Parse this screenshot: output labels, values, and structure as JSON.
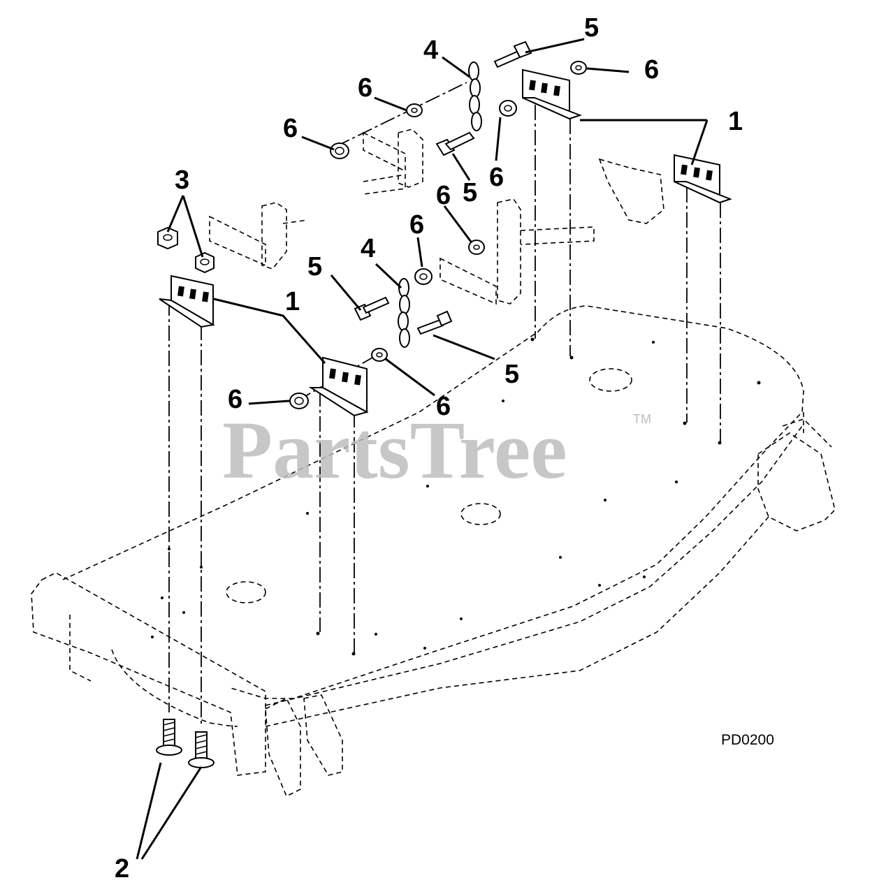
{
  "diagram": {
    "watermark": "PartsTree",
    "watermark_mark": "TM",
    "drawing_code": "PD0200",
    "callouts": {
      "c1a": "1",
      "c1b": "1",
      "c2": "2",
      "c3": "3",
      "c4a": "4",
      "c4b": "4",
      "c5a": "5",
      "c5b": "5",
      "c5c": "5",
      "c5d": "5",
      "c6a": "6",
      "c6b": "6",
      "c6c": "6",
      "c6d": "6",
      "c6e": "6",
      "c6f": "6",
      "c6g": "6",
      "c6h": "6"
    }
  }
}
